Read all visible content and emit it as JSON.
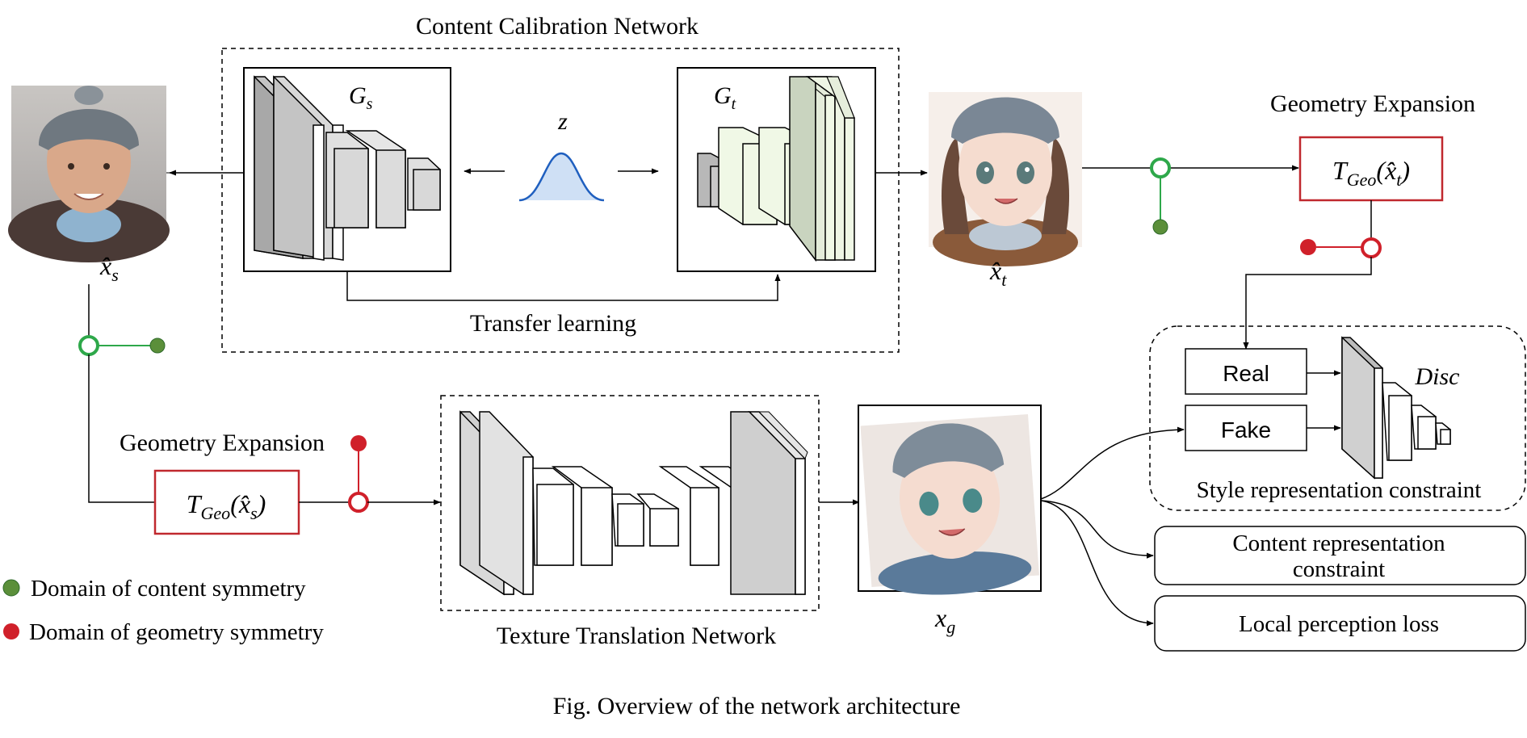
{
  "labels": {
    "content_calibration": "Content Calibration Network",
    "transfer_learning": "Transfer learning",
    "geometry_expansion_top": "Geometry Expansion",
    "geometry_expansion_left": "Geometry Expansion",
    "texture_translation": "Texture Translation Network",
    "style_constraint": "Style representation constraint",
    "content_constraint_line1": "Content representation",
    "content_constraint_line2": "constraint",
    "local_perception": "Local perception loss",
    "real": "Real",
    "fake": "Fake",
    "disc": "Disc",
    "legend_content": "Domain of content symmetry",
    "legend_geometry": "Domain of geometry symmetry",
    "caption": "Fig. Overview of the network architecture"
  },
  "math": {
    "gs_base": "G",
    "gs_sub": "s",
    "gt_base": "G",
    "gt_sub": "t",
    "z": "z",
    "xs_hat_base": "x̂",
    "xs_hat_sub": "s",
    "xt_hat_base": "x̂",
    "xt_hat_sub": "t",
    "xg_base": "x",
    "xg_sub": "g",
    "tgeo_t_base": "T",
    "tgeo_t_sub": "Geo",
    "tgeo_t_arg": "(x̂",
    "tgeo_t_argsub": "t",
    "tgeo_t_close": ")",
    "tgeo_s_base": "T",
    "tgeo_s_sub": "Geo",
    "tgeo_s_arg": "(x̂",
    "tgeo_s_argsub": "s",
    "tgeo_s_close": ")"
  },
  "colors": {
    "green": "#2ea84a",
    "green_dot": "#5b8f3a",
    "red": "#d0202a",
    "box_red": "#c0282e",
    "curve_blue": "#1f5fbf",
    "gen_t_fill": "#f0f8e6",
    "gen_t_side": "#c9d4bf",
    "gray_face": "#d8d8d8",
    "gray_dark": "#a8a8a8"
  }
}
